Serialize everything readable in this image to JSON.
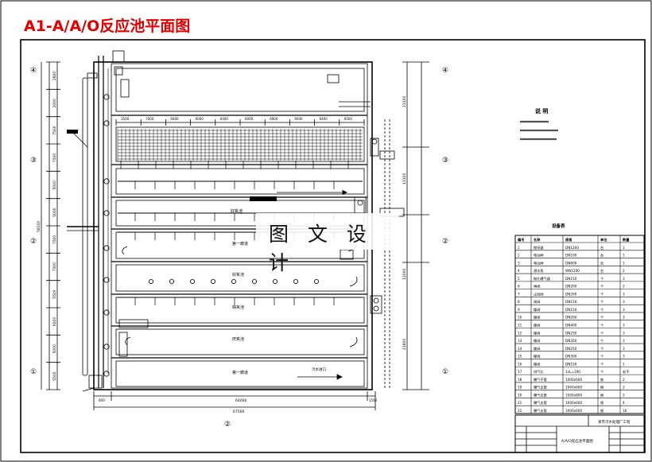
{
  "title": "A1-A/A/O反应池平面图",
  "watermark": "图 文 设 计",
  "colors": {
    "line": "#000000",
    "title": "#e00000",
    "background": "#ffffff"
  },
  "notes_heading": "说 明",
  "zone_labels": [
    "好氧池",
    "好氧池",
    "缺氧池",
    "厌氧池",
    "第一廊道",
    "第一廊道"
  ],
  "flow_label": "污水进口",
  "dimensions": {
    "top_segments": [
      "3500",
      "7000",
      "6900",
      "6000",
      "6400",
      "6000",
      "6900",
      "6000",
      "6400",
      "6000"
    ],
    "bottom_total": "64000",
    "bottom_overall": "67500",
    "bottom_left": "600",
    "bottom_right": "1500",
    "left_chain": [
      "2600",
      "2000",
      "7500",
      "7500",
      "5000",
      "5000",
      "7500",
      "7500",
      "5500",
      "6500",
      "5000",
      "5500"
    ],
    "left_total": "58200",
    "right_chain": [
      "23100",
      "13100",
      "12000",
      "21800"
    ]
  },
  "axis_labels": [
    "④",
    "③",
    "②",
    "①",
    "④",
    "③",
    "②",
    "①",
    "②"
  ],
  "table_title": "设备表",
  "table_columns": [
    "编号",
    "名称",
    "规格",
    "单位",
    "数量"
  ],
  "table_rows": [
    [
      "1",
      "搅拌器",
      "DN1200",
      "台",
      "1"
    ],
    [
      "2",
      "电动闸",
      "DN100",
      "台",
      "1"
    ],
    [
      "3",
      "电动闸",
      "DN600",
      "台",
      "1"
    ],
    [
      "4",
      "潜水泵",
      "WN1200",
      "台",
      "2"
    ],
    [
      "5",
      "微孔曝气器",
      "DN150",
      "个",
      "3"
    ],
    [
      "6",
      "闸阀",
      "DN200",
      "个",
      "2"
    ],
    [
      "7",
      "止回阀",
      "DN200",
      "个",
      "3"
    ],
    [
      "8",
      "闸阀",
      "DN150",
      "个",
      "3"
    ],
    [
      "9",
      "蝶阀",
      "DN150",
      "个",
      "3"
    ],
    [
      "10",
      "蝶阀",
      "DN200",
      "个",
      "3"
    ],
    [
      "11",
      "蝶阀",
      "DN400",
      "个",
      "3"
    ],
    [
      "12",
      "蝶阀",
      "DN250",
      "个",
      "3"
    ],
    [
      "13",
      "蝶阀",
      "DN350",
      "个",
      "3"
    ],
    [
      "14",
      "蝶阀",
      "DN250",
      "个",
      "3"
    ],
    [
      "15",
      "蝶阀",
      "DN300",
      "个",
      "3"
    ],
    [
      "16",
      "蝶阀",
      "DN150",
      "个",
      "1"
    ],
    [
      "17",
      "排气孔",
      "1xL=100",
      "个",
      "若干"
    ],
    [
      "18",
      "曝气干管",
      "1000x600",
      "根",
      "2"
    ],
    [
      "19",
      "曝气支管",
      "1000x600",
      "根",
      "2"
    ],
    [
      "20",
      "曝气支管",
      "1000x800",
      "根",
      "2"
    ],
    [
      "21",
      "曝气支管",
      "1000x600",
      "根",
      "4"
    ],
    [
      "22",
      "曝气支管",
      "1000x600",
      "根",
      "16"
    ]
  ],
  "title_block": {
    "project": "某市污水处理厂工程",
    "drawing_name": "A/A/O反应池平面图"
  }
}
